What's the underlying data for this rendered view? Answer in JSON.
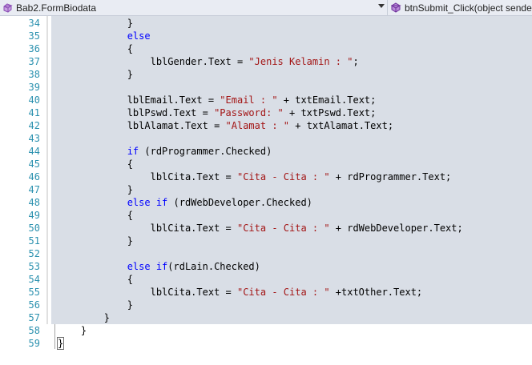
{
  "navbar": {
    "class_combo": {
      "label": "Bab2.FormBiodata",
      "icon": "class-icon"
    },
    "member_combo": {
      "label": "btnSubmit_Click(object sender",
      "icon": "method-icon"
    }
  },
  "editor": {
    "lines": [
      {
        "num": "34",
        "indent": "            ",
        "tokens": [
          {
            "t": "}",
            "c": "p"
          }
        ]
      },
      {
        "num": "35",
        "indent": "            ",
        "tokens": [
          {
            "t": "else",
            "c": "kw"
          }
        ]
      },
      {
        "num": "36",
        "indent": "            ",
        "tokens": [
          {
            "t": "{",
            "c": "p"
          }
        ]
      },
      {
        "num": "37",
        "indent": "                ",
        "tokens": [
          {
            "t": "lblGender.Text = ",
            "c": "p"
          },
          {
            "t": "\"Jenis Kelamin : \"",
            "c": "str"
          },
          {
            "t": ";",
            "c": "p"
          }
        ]
      },
      {
        "num": "38",
        "indent": "            ",
        "tokens": [
          {
            "t": "}",
            "c": "p"
          }
        ]
      },
      {
        "num": "39",
        "indent": "",
        "tokens": []
      },
      {
        "num": "40",
        "indent": "            ",
        "tokens": [
          {
            "t": "lblEmail.Text = ",
            "c": "p"
          },
          {
            "t": "\"Email : \"",
            "c": "str"
          },
          {
            "t": " + txtEmail.Text;",
            "c": "p"
          }
        ]
      },
      {
        "num": "41",
        "indent": "            ",
        "tokens": [
          {
            "t": "lblPswd.Text = ",
            "c": "p"
          },
          {
            "t": "\"Password: \"",
            "c": "str"
          },
          {
            "t": " + txtPswd.Text;",
            "c": "p"
          }
        ]
      },
      {
        "num": "42",
        "indent": "            ",
        "tokens": [
          {
            "t": "lblAlamat.Text = ",
            "c": "p"
          },
          {
            "t": "\"Alamat : \"",
            "c": "str"
          },
          {
            "t": " + txtAlamat.Text;",
            "c": "p"
          }
        ]
      },
      {
        "num": "43",
        "indent": "",
        "tokens": []
      },
      {
        "num": "44",
        "indent": "            ",
        "tokens": [
          {
            "t": "if",
            "c": "kw"
          },
          {
            "t": " (rdProgrammer.Checked)",
            "c": "p"
          }
        ]
      },
      {
        "num": "45",
        "indent": "            ",
        "tokens": [
          {
            "t": "{",
            "c": "p"
          }
        ]
      },
      {
        "num": "46",
        "indent": "                ",
        "tokens": [
          {
            "t": "lblCita.Text = ",
            "c": "p"
          },
          {
            "t": "\"Cita - Cita : \"",
            "c": "str"
          },
          {
            "t": " + rdProgrammer.Text;",
            "c": "p"
          }
        ]
      },
      {
        "num": "47",
        "indent": "            ",
        "tokens": [
          {
            "t": "}",
            "c": "p"
          }
        ]
      },
      {
        "num": "48",
        "indent": "            ",
        "tokens": [
          {
            "t": "else if",
            "c": "kw"
          },
          {
            "t": " (rdWebDeveloper.Checked)",
            "c": "p"
          }
        ]
      },
      {
        "num": "49",
        "indent": "            ",
        "tokens": [
          {
            "t": "{",
            "c": "p"
          }
        ]
      },
      {
        "num": "50",
        "indent": "                ",
        "tokens": [
          {
            "t": "lblCita.Text = ",
            "c": "p"
          },
          {
            "t": "\"Cita - Cita : \"",
            "c": "str"
          },
          {
            "t": " + rdWebDeveloper.Text;",
            "c": "p"
          }
        ]
      },
      {
        "num": "51",
        "indent": "            ",
        "tokens": [
          {
            "t": "}",
            "c": "p"
          }
        ]
      },
      {
        "num": "52",
        "indent": "",
        "tokens": []
      },
      {
        "num": "53",
        "indent": "            ",
        "tokens": [
          {
            "t": "else if",
            "c": "kw"
          },
          {
            "t": "(rdLain.Checked)",
            "c": "p"
          }
        ]
      },
      {
        "num": "54",
        "indent": "            ",
        "tokens": [
          {
            "t": "{",
            "c": "p"
          }
        ]
      },
      {
        "num": "55",
        "indent": "                ",
        "tokens": [
          {
            "t": "lblCita.Text = ",
            "c": "p"
          },
          {
            "t": "\"Cita - Cita : \"",
            "c": "str"
          },
          {
            "t": " +txtOther.Text;",
            "c": "p"
          }
        ]
      },
      {
        "num": "56",
        "indent": "            ",
        "tokens": [
          {
            "t": "}",
            "c": "p"
          }
        ]
      },
      {
        "num": "57",
        "indent": "        ",
        "tokens": [
          {
            "t": "}",
            "c": "p"
          }
        ]
      },
      {
        "num": "58",
        "indent": "    ",
        "tokens": [
          {
            "t": "}",
            "c": "p"
          }
        ]
      },
      {
        "num": "59",
        "indent": "",
        "tokens": [
          {
            "t": "}",
            "c": "brace"
          }
        ]
      }
    ]
  },
  "colors": {
    "keyword": "#0000ff",
    "string": "#a31515",
    "line_number": "#2b91af",
    "selection": "#d9dee6"
  }
}
